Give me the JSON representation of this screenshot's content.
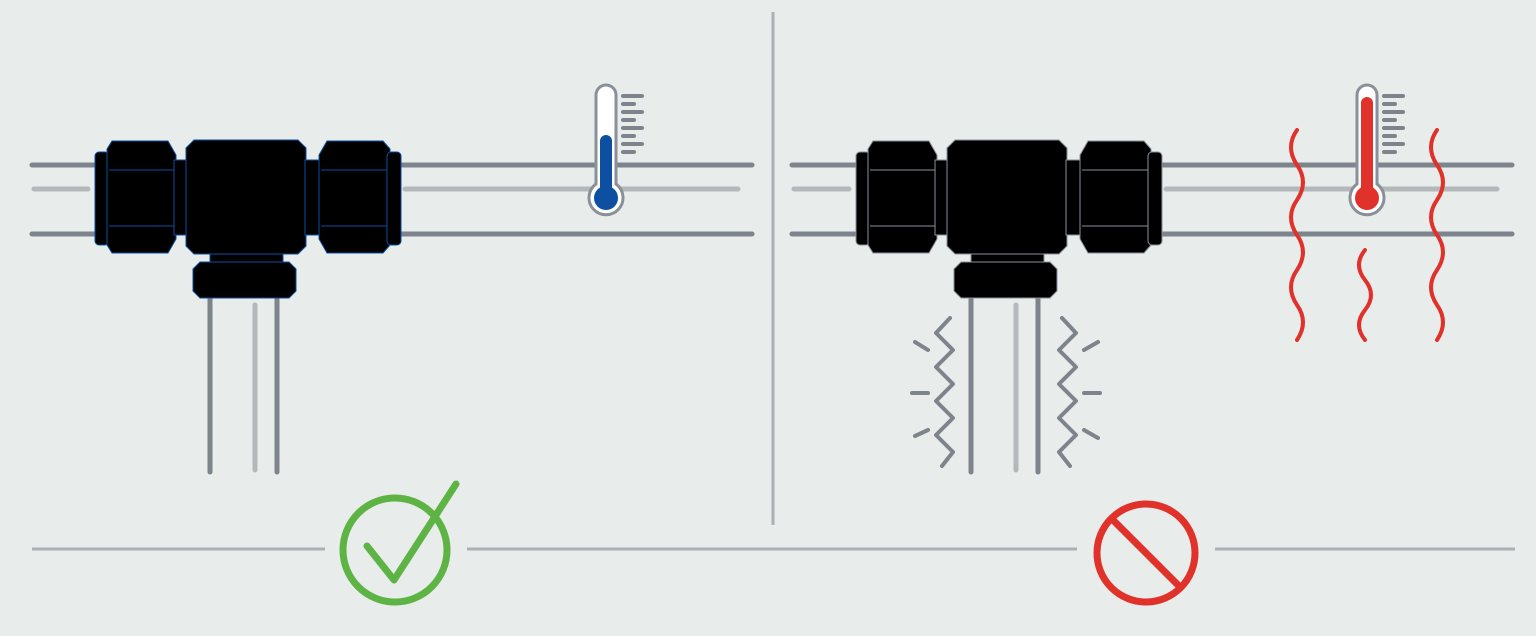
{
  "colors": {
    "background": "#e8ecea",
    "good_fitting": "#0d4fa0",
    "bad_fitting": "#8a9099",
    "cold_fill": "#0d4fa0",
    "hot_fill": "#e0322a",
    "check": "#5db445",
    "prohibited": "#e0322a",
    "divider": "#aab0b3"
  },
  "panels": [
    {
      "state": "correct",
      "temperature": "low",
      "vibration": false,
      "heat": false,
      "thermometer_fill": 0.5,
      "icon": "check-icon"
    },
    {
      "state": "incorrect",
      "temperature": "high",
      "vibration": true,
      "heat": true,
      "thermometer_fill": 0.9,
      "icon": "prohibited-icon"
    }
  ]
}
